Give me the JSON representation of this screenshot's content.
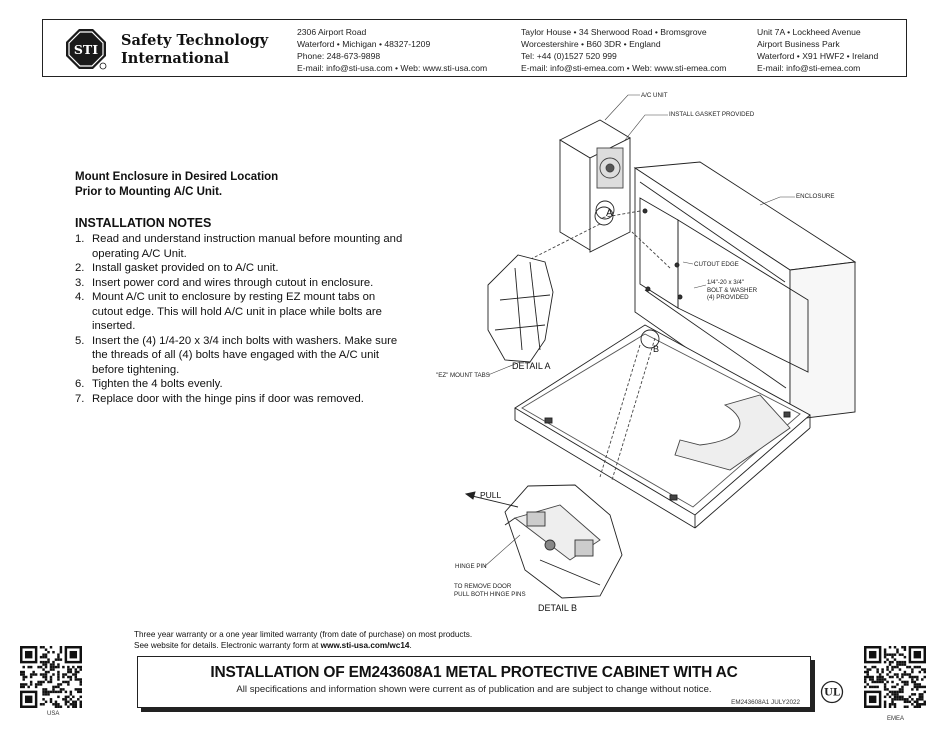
{
  "header": {
    "logo_text": "STI",
    "company_name_line1": "Safety Technology",
    "company_name_line2": "International",
    "addresses": {
      "us": [
        "2306 Airport Road",
        "Waterford • Michigan • 48327-1209",
        "Phone: 248-673-9898",
        "E-mail: info@sti-usa.com • Web: www.sti-usa.com"
      ],
      "uk": [
        "Taylor House • 34 Sherwood Road • Bromsgrove",
        "Worcestershire • B60 3DR • England",
        "Tel: +44 (0)1527 520 999",
        "E-mail: info@sti-emea.com • Web: www.sti-emea.com"
      ],
      "ie": [
        "Unit 7A • Lockheed Avenue",
        "Airport Business Park",
        "Waterford • X91 HWF2 • Ireland",
        "E-mail: info@sti-emea.com"
      ]
    }
  },
  "instructions": {
    "mount_line1": "Mount Enclosure in Desired Location",
    "mount_line2": "Prior to Mounting A/C Unit.",
    "notes_heading": "INSTALLATION NOTES",
    "notes": [
      {
        "num": "1.",
        "lines": [
          "Read and understand instruction manual before mounting and",
          "operating A/C Unit."
        ]
      },
      {
        "num": "2.",
        "lines": [
          "Install gasket provided on to A/C unit."
        ]
      },
      {
        "num": "3.",
        "lines": [
          "Insert power cord and wires through cutout in enclosure."
        ]
      },
      {
        "num": "4.",
        "lines": [
          "Mount A/C unit to enclosure by resting EZ mount tabs on",
          "cutout edge. This will hold A/C unit in place while bolts are",
          "inserted."
        ]
      },
      {
        "num": "5.",
        "lines": [
          "Insert the (4) 1/4-20 x 3/4 inch bolts with washers. Make sure",
          "the threads of all (4) bolts have engaged with the A/C unit",
          "before tightening."
        ]
      },
      {
        "num": "6.",
        "lines": [
          "Tighten the 4 bolts evenly."
        ]
      },
      {
        "num": "7.",
        "lines": [
          "Replace door with the hinge pins if door was removed."
        ]
      }
    ]
  },
  "drawing": {
    "ac_unit": "A/C UNIT",
    "install_gasket": "INSTALL GASKET PROVIDED",
    "enclosure": "ENCLOSURE",
    "callout_a": "A",
    "callout_b": "B",
    "cutout_edge": "CUTOUT EDGE",
    "bolt_line1": "1/4\"-20 x 3/4\"",
    "bolt_line2": "BOLT & WASHER",
    "bolt_line3": "(4) PROVIDED",
    "ez_mount_tabs": "\"EZ\" MOUNT TABS",
    "detail_a": "DETAIL A",
    "pull": "PULL",
    "hinge_pin": "HINGE PIN",
    "remove_door_line1": "TO REMOVE DOOR",
    "remove_door_line2": "PULL BOTH HINGE PINS",
    "detail_b": "DETAIL B"
  },
  "footer": {
    "warranty_line1": "Three year warranty or a one year limited warranty (from date of purchase) on most products.",
    "warranty_line2_prefix": "See website for details. Electronic warranty form at ",
    "warranty_url": "www.sti-usa.com/wc14",
    "warranty_line2_suffix": ".",
    "title": "INSTALLATION OF EM243608A1 METAL PROTECTIVE CABINET WITH AC",
    "subtitle": "All specifications and information shown were current as of publication and are subject to change without notice.",
    "doc_code": "EM243608A1 JULY2022",
    "ul_mark": "UL",
    "qr_left_caption": "USA",
    "qr_right_caption": "EMEA"
  }
}
